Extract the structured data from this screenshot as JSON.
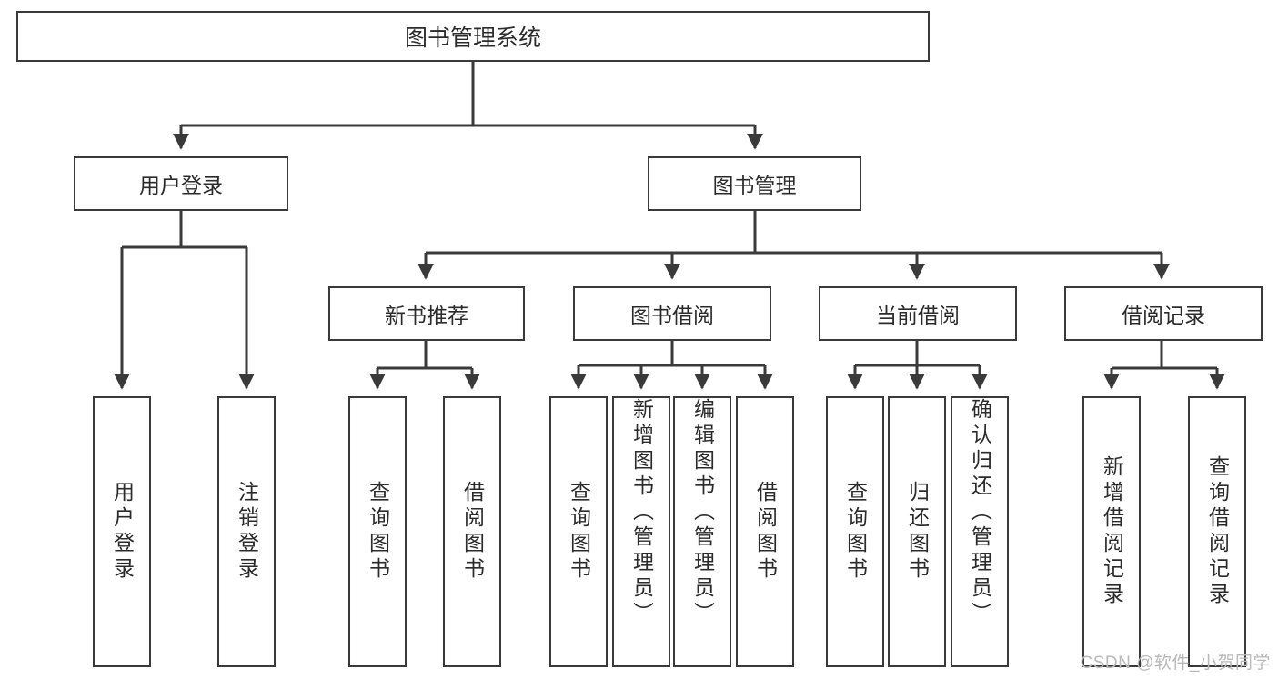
{
  "diagram": {
    "title": "图书管理系统",
    "type": "tree-hierarchy-functional-structure",
    "line_color": "#3a3a3a",
    "box_fill": "#ffffff",
    "text_color": "#2b2b2b"
  },
  "root": {
    "label": "图书管理系统"
  },
  "level1": [
    {
      "label": "用户登录"
    },
    {
      "label": "图书管理"
    }
  ],
  "level2": [
    {
      "label": "新书推荐"
    },
    {
      "label": "图书借阅"
    },
    {
      "label": "当前借阅"
    },
    {
      "label": "借阅记录"
    }
  ],
  "leaves": {
    "user_login": [
      {
        "label": "用户登录"
      },
      {
        "label": "注销登录"
      }
    ],
    "new_book_recommend": [
      {
        "label": "查询图书"
      },
      {
        "label": "借阅图书"
      }
    ],
    "book_borrow": [
      {
        "label": "查询图书"
      },
      {
        "label": "新增图书（管理员）"
      },
      {
        "label": "编辑图书（管理员）"
      },
      {
        "label": "借阅图书"
      }
    ],
    "current_borrow": [
      {
        "label": "查询图书"
      },
      {
        "label": "归还图书"
      },
      {
        "label": "确认归还（管理员）"
      }
    ],
    "borrow_record": [
      {
        "label": "新增借阅记录"
      },
      {
        "label": "查询借阅记录"
      }
    ]
  },
  "watermark": {
    "text": "CSDN @软件_小贺同学"
  }
}
